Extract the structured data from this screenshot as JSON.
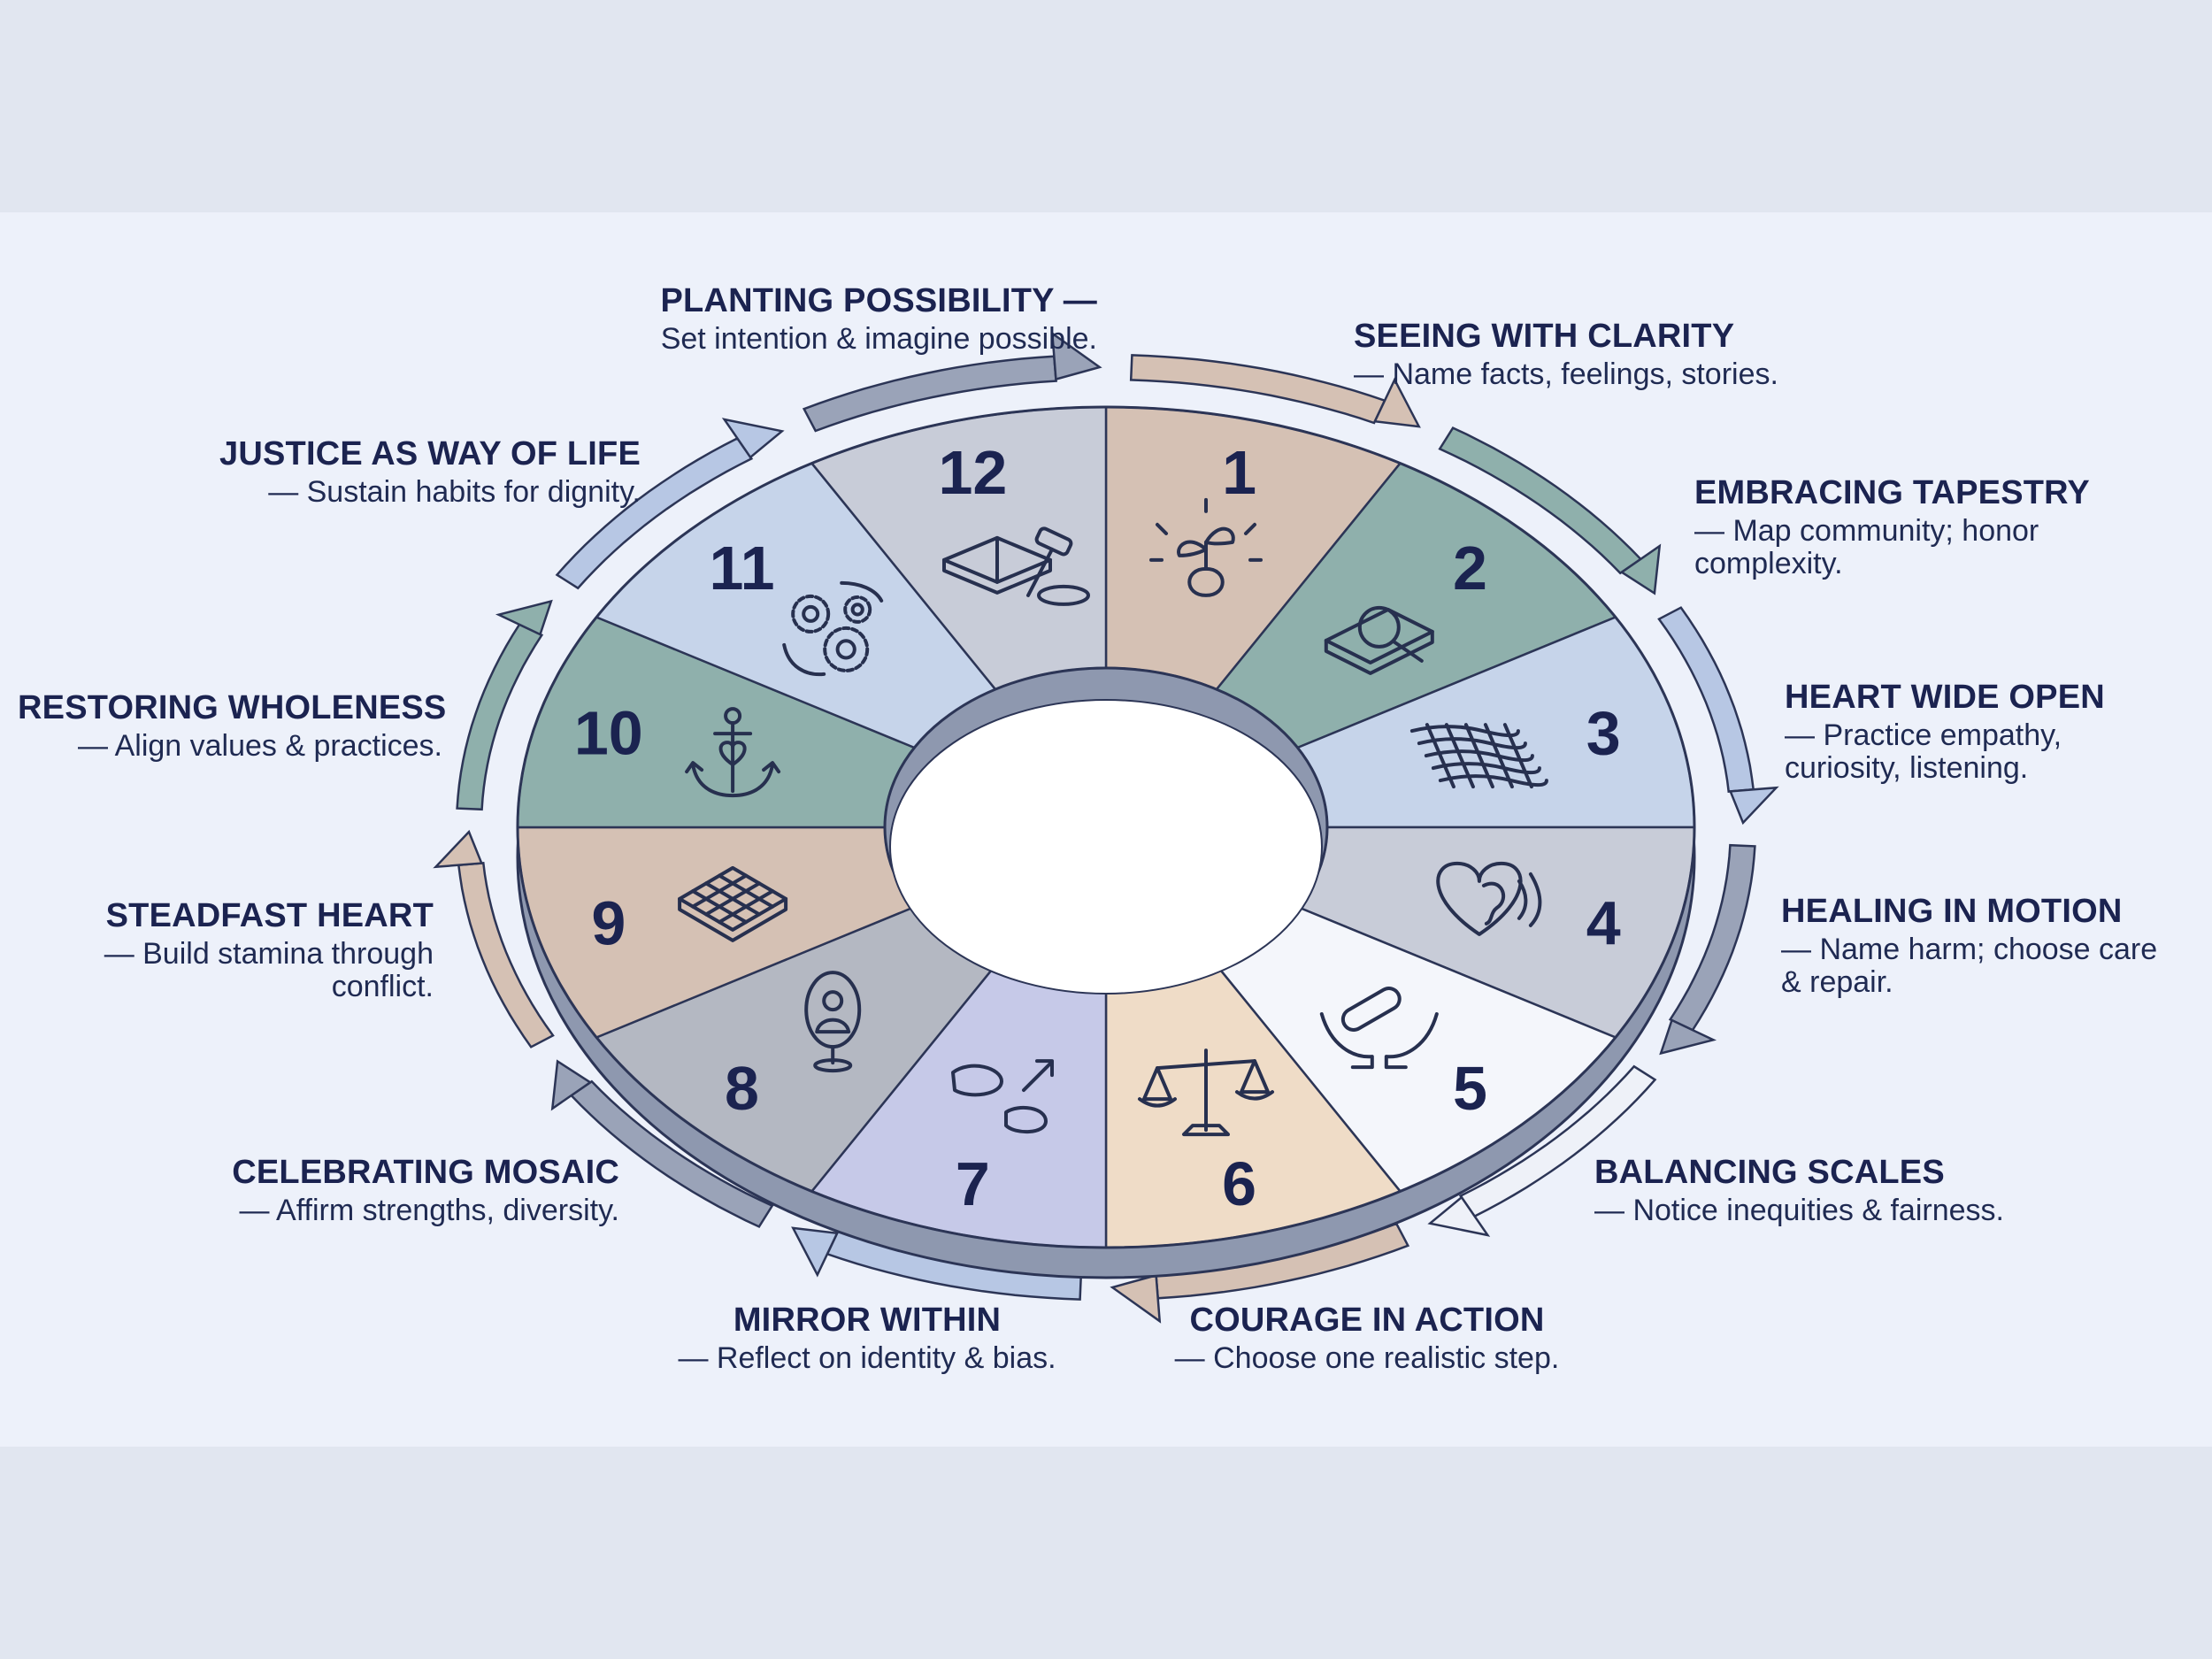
{
  "segments": [
    {
      "num": "1",
      "title": "PLANTING POSSIBILITY —",
      "desc": "Set intention & imagine possible.",
      "icon": "sprout-icon",
      "color": "#d5c1b4"
    },
    {
      "num": "2",
      "title": "SEEING WITH CLARITY",
      "desc": "— Name facts, feelings, stories.",
      "icon": "magnifier-book-icon",
      "color": "#8fb0ac"
    },
    {
      "num": "3",
      "title": "EMBRACING TAPESTRY",
      "desc": "— Map community; honor complexity.",
      "icon": "weave-icon",
      "color": "#c6d4ea"
    },
    {
      "num": "4",
      "title": "HEART WIDE OPEN",
      "desc": "— Practice empathy, curiosity, listening.",
      "icon": "heart-ear-icon",
      "color": "#c8ccd8"
    },
    {
      "num": "5",
      "title": "HEALING IN MOTION",
      "desc": "— Name harm; choose care & repair.",
      "icon": "bandage-hands-icon",
      "color": "#f4f6fb"
    },
    {
      "num": "6",
      "title": "BALANCING SCALES",
      "desc": "— Notice inequities & fairness.",
      "icon": "scales-icon",
      "color": "#efdcc7"
    },
    {
      "num": "7",
      "title": "COURAGE IN ACTION",
      "desc": "— Choose one realistic step.",
      "icon": "footprint-icon",
      "color": "#c6c9e8"
    },
    {
      "num": "8",
      "title": "MIRROR WITHIN",
      "desc": "— Reflect on identity & bias.",
      "icon": "mirror-icon",
      "color": "#b4b8c2"
    },
    {
      "num": "9",
      "title": "CELEBRATING MOSAIC",
      "desc": "— Affirm strengths, diversity.",
      "icon": "mosaic-icon",
      "color": "#d5c1b4"
    },
    {
      "num": "10",
      "title": "STEADFAST HEART",
      "desc": "— Build stamina through conflict.",
      "icon": "anchor-icon",
      "color": "#8fb0ac"
    },
    {
      "num": "11",
      "title": "RESTORING WHOLENESS",
      "desc": "— Align values & practices.",
      "icon": "gears-icon",
      "color": "#c6d4ea"
    },
    {
      "num": "12",
      "title": "JUSTICE AS WAY OF LIFE",
      "desc": "— Sustain habits for dignity.",
      "icon": "book-gavel-icon",
      "color": "#c8ccd8"
    }
  ],
  "colors": {
    "text": "#1b2350",
    "ring_side": "#9aa3b8",
    "arrow_a": "#d5c1b4",
    "arrow_b": "#8fb0ac",
    "arrow_c": "#b7c7e4",
    "arrow_d": "#eef1f8"
  }
}
